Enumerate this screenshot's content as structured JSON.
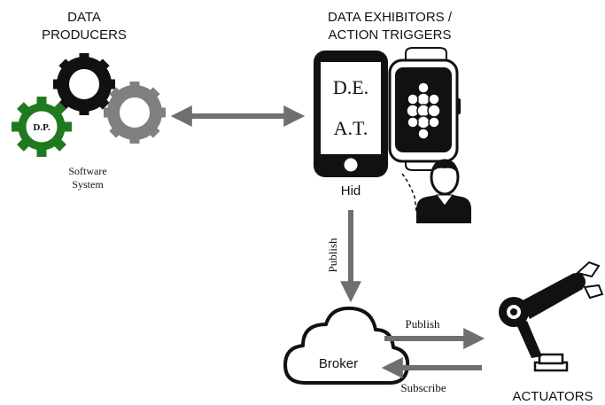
{
  "titles": {
    "producers_line1": "DATA",
    "producers_line2": "PRODUCERS",
    "exhibitors_line1": "DATA EXHIBITORS /",
    "exhibitors_line2": "ACTION TRIGGERS",
    "actuators": "ACTUATORS"
  },
  "gears": {
    "green_label": "D.P.",
    "caption_line1": "Software",
    "caption_line2": "System"
  },
  "phone": {
    "line1": "D.E.",
    "line2": "A.T.",
    "caption": "Hid"
  },
  "broker": {
    "label": "Broker"
  },
  "arrows": {
    "publish_vertical": "Publish",
    "publish_right": "Publish",
    "subscribe_left": "Subscribe"
  },
  "colors": {
    "gear_black": "#111111",
    "gear_gray": "#808080",
    "gear_green": "#1f7a1f",
    "arrow_gray": "#6f6f6f"
  },
  "icons": {
    "gears": "gears-icon",
    "phone": "smartphone-icon",
    "watch": "smartwatch-icon",
    "user": "user-icon",
    "cloud": "cloud-icon",
    "robot": "robot-arm-icon"
  }
}
